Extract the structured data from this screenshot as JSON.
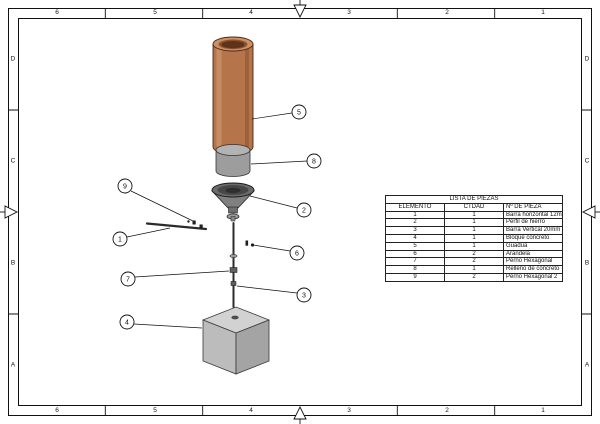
{
  "sheet": {
    "zones": {
      "cols": [
        "6",
        "5",
        "4",
        "3",
        "2",
        "1"
      ],
      "rows": [
        "D",
        "C",
        "B",
        "A"
      ]
    }
  },
  "balloons": [
    "1",
    "2",
    "3",
    "4",
    "5",
    "6",
    "7",
    "8",
    "9"
  ],
  "parts_table": {
    "title": "LISTA DE PIEZAS",
    "headers": [
      "ELEMENTO",
      "CTDAD",
      "Nº DE PIEZA"
    ],
    "rows": [
      [
        "1",
        "1",
        "Barra horizontal 12mm"
      ],
      [
        "2",
        "1",
        "Perfil de hierro"
      ],
      [
        "3",
        "1",
        "Barra Vertical 20mm"
      ],
      [
        "4",
        "1",
        "Bloque concreto"
      ],
      [
        "5",
        "1",
        "Guadua"
      ],
      [
        "6",
        "2",
        "Arandela"
      ],
      [
        "7",
        "2",
        "Perno Hexagonal"
      ],
      [
        "8",
        "1",
        "Relleno de concreto"
      ],
      [
        "9",
        "2",
        "Perno Hexagonal 2"
      ]
    ]
  },
  "colors": {
    "copper_body": "#b5744a",
    "copper_top": "#cd9064",
    "copper_hole": "#8a5330",
    "steel_gray": "#9d9d9d",
    "funnel_gray": "#6b6b6b",
    "concrete_gray": "#d2d2d2",
    "line_black": "#111111"
  }
}
